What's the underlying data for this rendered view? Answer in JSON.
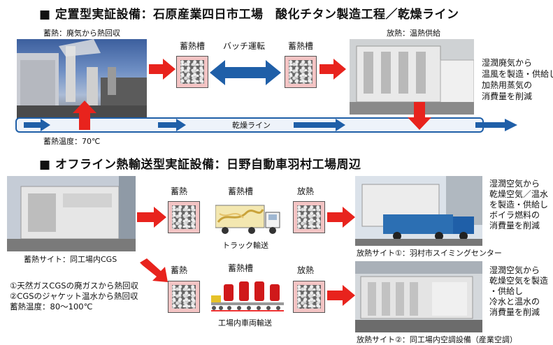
{
  "section1": {
    "title": "■ 定置型実証設備：石原産業四日市工場　酸化チタン製造工程／乾燥ライン",
    "heat_storage_label": "蓄熱：廃気から熱回収",
    "tank_left": "蓄熱槽",
    "batch_label": "バッチ運転",
    "tank_right": "蓄熱槽",
    "heat_release_label": "放熱：温熱供給",
    "right_text": [
      "湿潤廃気から",
      "温風を製造・供給し",
      "加熱用蒸気の",
      "消費量を削減"
    ],
    "dry_line_label": "乾燥ライン",
    "temp_label": "蓄熱温度：70℃"
  },
  "section2": {
    "title": "■ オフライン熱輸送型実証設備：日野自動車羽村工場周辺",
    "row1": {
      "store_label": "蓄熱",
      "tank_label": "蓄熱槽",
      "release_label": "放熱",
      "vehicle_label": "トラック輸送",
      "right_text": [
        "湿潤空気から",
        "乾燥空気／温水",
        "を製造・供給し",
        "ボイラ燃料の",
        "消費量を削減"
      ],
      "site_label": "放熱サイト①：羽村市スイミングセンター"
    },
    "row2": {
      "store_label": "蓄熱",
      "tank_label": "蓄熱槽",
      "release_label": "放熱",
      "vehicle_label": "工場内車両輸送",
      "right_text": [
        "湿潤空気から",
        "乾燥空気を製造",
        "・供給し",
        "冷水と温水の",
        "消費量を削減"
      ],
      "site_label": "放熱サイト②：同工場内空調設備（産業空調）"
    },
    "store_site_label": "蓄熱サイト：同工場内CGS",
    "left_notes": [
      "①天然ガスCGSの廃ガスから熱回収",
      "②CGSのジャケット温水から熱回収",
      "蓄熱温度：80～100℃"
    ]
  },
  "colors": {
    "red_arrow": "#e8231d",
    "blue_arrow": "#1f5fa8",
    "tank_fill": "#f4c4c4"
  }
}
